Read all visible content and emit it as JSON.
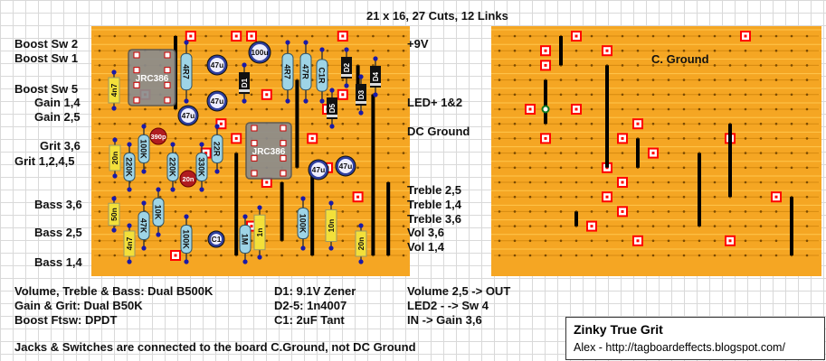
{
  "header": {
    "title": "21 x 16, 27 Cuts, 12 Links"
  },
  "left_labels": {
    "boost_sw2": "Boost Sw 2",
    "boost_sw1": "Boost Sw 1",
    "boost_sw5": "Boost Sw 5",
    "gain14": "Gain 1,4",
    "gain25": "Gain 2,5",
    "grit36": "Grit 3,6",
    "grit1245": "Grit 1,2,4,5",
    "bass36": "Bass 3,6",
    "bass25": "Bass 2,5",
    "bass14": "Bass 1,4"
  },
  "right_labels": {
    "v9": "+9V",
    "led": "LED+ 1&2",
    "dcground": "DC Ground",
    "treble25": "Treble 2,5",
    "treble14": "Treble 1,4",
    "treble36": "Treble 3,6",
    "vol36": "Vol 3,6",
    "vol14": "Vol 1,4"
  },
  "board_right": {
    "c_ground": "C. Ground"
  },
  "components": {
    "ic1": "JRC386",
    "ic2": "JRC386",
    "r_4r7_a": "4R7",
    "r_4r7_b": "4R7",
    "c_47u_a": "47u",
    "c_47u_b": "47u",
    "c_47u_c": "47u",
    "c_47u_d": "47u",
    "c_47u_e": "47u",
    "c_100u": "100u",
    "r_47r": "47R",
    "r_c1r": "C1R",
    "d1": "D1",
    "d2": "D2",
    "d3": "D3",
    "d4": "D4",
    "d5": "D5",
    "c_4n7_a": "4n7",
    "c_4n7_b": "4n7",
    "c_390p": "390p",
    "c_20n_a": "20n",
    "c_20n_b": "20n",
    "c_20n_c": "20n",
    "r_100k_a": "100K",
    "r_100k_b": "100K",
    "r_100k_c": "100K",
    "r_220k_a": "220K",
    "r_220k_b": "220K",
    "r_330k": "330K",
    "r_22r": "22R",
    "c_50n": "50n",
    "r_47k": "47K",
    "r_10k": "10K",
    "c_c1": "C1",
    "r_1m": "1M",
    "c_1n": "1n",
    "c_10n": "10n"
  },
  "notes": {
    "n1": "Volume, Treble & Bass: Dual B500K",
    "n2": "Gain & Grit: Dual B50K",
    "n3": "Boost Ftsw: DPDT",
    "n4": "D1: 9.1V Zener",
    "n5": "D2-5: 1n4007",
    "n6": "C1: 2uF Tant",
    "n7": "Volume 2,5 -> OUT",
    "n8": "LED2 - -> Sw 4",
    "n9": "IN -> Gain 3,6",
    "n10": "Jacks & Switches are connected to the board C.Ground, not DC Ground"
  },
  "credit": {
    "title": "Zinky True Grit",
    "author": "Alex - http://tagboardeffects.blogspot.com/"
  },
  "colors": {
    "board": "#f5a623",
    "track_hole": "#7a4a00",
    "cut": "#ff0000",
    "link": "#000000",
    "resistor": "#9ed4e6",
    "cap_film": "#f3e03a",
    "cap_elec": "#2f3f9e",
    "ic": "#8c8c8c"
  }
}
